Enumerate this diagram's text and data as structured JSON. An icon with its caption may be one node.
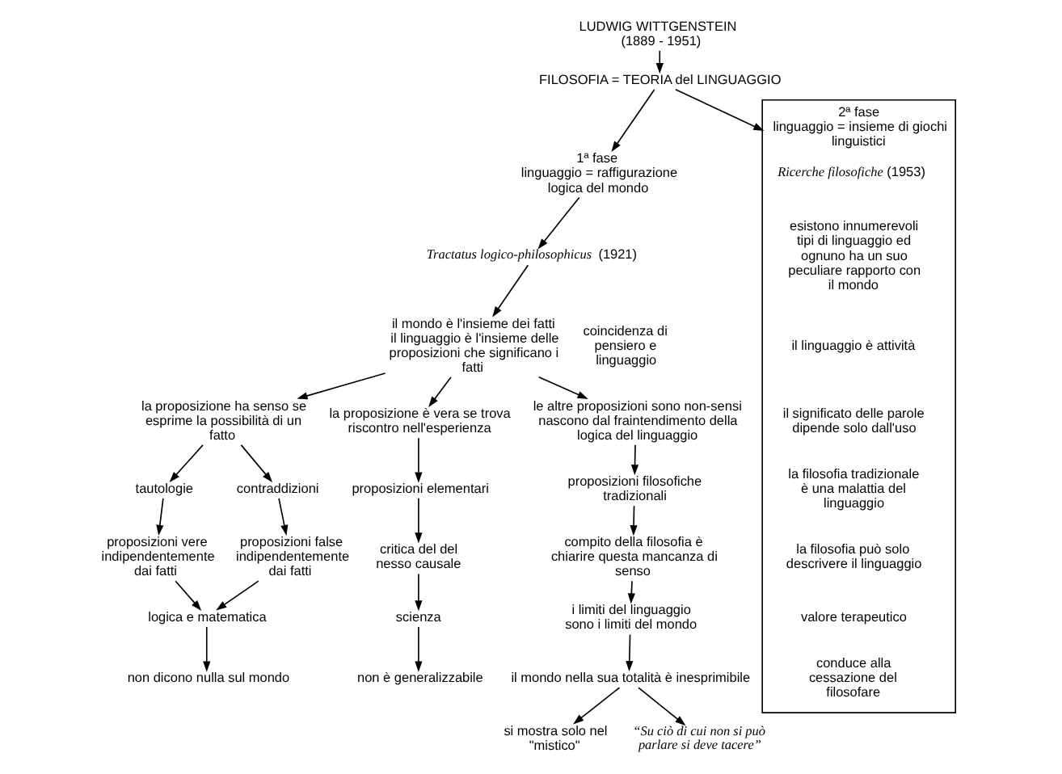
{
  "diagram": {
    "nodes": [
      {
        "text": [
          "LUDWIG WITTGENSTEIN (1889 - 1951)"
        ]
      },
      {
        "text": [
          "FILOSOFIA = TEORIA del LINGUAGGIO"
        ]
      },
      {
        "text": [
          "1ª fase",
          "linguaggio = raffigurazione logica del mondo"
        ]
      },
      {
        "text": [
          "*Tractatus logico-philosophicus* (1921)"
        ]
      },
      {
        "text": [
          "il mondo è l'insieme dei fatti",
          "il linguaggio è l'insieme delle proposizioni che significano i fatti"
        ]
      },
      {
        "text": [
          "la proposizione ha senso se esprime la possibilità di un fatto"
        ]
      },
      {
        "text": [
          "la proposizione è vera se trova riscontro nell'esperienza"
        ]
      },
      {
        "text": [
          "le altre proposizioni sono non-sensi nascono dal fraintendimento della logica del linguaggio"
        ]
      },
      {
        "text": [
          "tautologie"
        ]
      },
      {
        "text": [
          "contraddizioni"
        ]
      },
      {
        "text": [
          "proposizioni vere indipendentemente dai fatti"
        ]
      },
      {
        "text": [
          "proposizioni false indipendentemente dai fatti"
        ]
      },
      {
        "text": [
          "logica e matematica"
        ]
      },
      {
        "text": [
          "non dicono nulla sul mondo"
        ]
      },
      {
        "text": [
          "proposizioni elementari"
        ]
      },
      {
        "text": [
          "critica del del nesso causale"
        ]
      },
      {
        "text": [
          "scienza"
        ]
      },
      {
        "text": [
          "non è generalizzabile"
        ]
      },
      {
        "text": [
          "proposizioni filosofiche tradizionali"
        ]
      },
      {
        "text": [
          "compito della filosofia è chiarire questa mancanza di senso"
        ]
      },
      {
        "text": [
          "i limiti del linguaggio sono i limiti del mondo"
        ]
      },
      {
        "text": [
          "il mondo nella sua totalità è inesprimibile"
        ]
      },
      {
        "text": [
          "si mostra solo nel \"mistico\""
        ]
      },
      {
        "text": [
          "“Su ciò di cui non si può parlare si deve tacere”"
        ]
      },
      {
        "text": [
          "2ª fase",
          "linguaggio = insieme di giochi linguistici"
        ]
      },
      {
        "text": [
          "*Ricerche filosofiche* (1953)"
        ],
        "in": 24
      },
      {
        "text": [
          "esistono innumerevoli tipi di linguaggio ed ognuno ha un suo peculiare rapporto con il mondo"
        ],
        "in": 24
      },
      {
        "text": [
          "il linguaggio è attività"
        ],
        "in": 24
      },
      {
        "text": [
          "il significato delle parole dipende solo dall'uso"
        ],
        "in": 24
      },
      {
        "text": [
          "la filosofia tradizionale è una malattia del linguaggio"
        ],
        "in": 24
      },
      {
        "text": [
          "la filosofia può solo descrivere il linguaggio"
        ],
        "in": 24
      },
      {
        "text": [
          "valore terapeutico"
        ],
        "in": 24
      },
      {
        "text": [
          "conduce alla cessazione del filosofare"
        ],
        "in": 24
      }
    ],
    "edges": [
      {
        "from": 0,
        "to": 1,
        "arrow": "to"
      },
      {
        "from": 1,
        "to": 2,
        "arrow": "to"
      },
      {
        "from": 1,
        "to": 24,
        "arrow": "to"
      },
      {
        "from": 2,
        "to": 3,
        "arrow": "to"
      },
      {
        "from": 3,
        "to": 4,
        "arrow": "to"
      },
      {
        "from": 4,
        "to": 5,
        "arrow": "to"
      },
      {
        "from": 4,
        "to": 6,
        "arrow": "to"
      },
      {
        "from": 4,
        "to": 7,
        "arrow": "to"
      },
      {
        "from": 5,
        "to": 8,
        "arrow": "to"
      },
      {
        "from": 5,
        "to": 9,
        "arrow": "to"
      },
      {
        "from": 8,
        "to": 10,
        "arrow": "to"
      },
      {
        "from": 9,
        "to": 11,
        "arrow": "to"
      },
      {
        "from": 10,
        "to": 12,
        "arrow": "to"
      },
      {
        "from": 11,
        "to": 12,
        "arrow": "to"
      },
      {
        "from": 12,
        "to": 13,
        "arrow": "to"
      },
      {
        "from": 6,
        "to": 14,
        "arrow": "to"
      },
      {
        "from": 14,
        "to": 15,
        "arrow": "to"
      },
      {
        "from": 15,
        "to": 16,
        "arrow": "to"
      },
      {
        "from": 16,
        "to": 17,
        "arrow": "to"
      },
      {
        "from": 7,
        "to": 18,
        "arrow": "to"
      },
      {
        "from": 18,
        "to": 19,
        "arrow": "to"
      },
      {
        "from": 19,
        "to": 20,
        "arrow": "to"
      },
      {
        "from": 20,
        "to": 21,
        "arrow": "to"
      },
      {
        "from": 21,
        "to": 22,
        "arrow": "to"
      },
      {
        "from": 21,
        "to": 23,
        "arrow": "to"
      }
    ],
    "labels": [
      "coincidenza di pensiero e linguaggio"
    ]
  }
}
